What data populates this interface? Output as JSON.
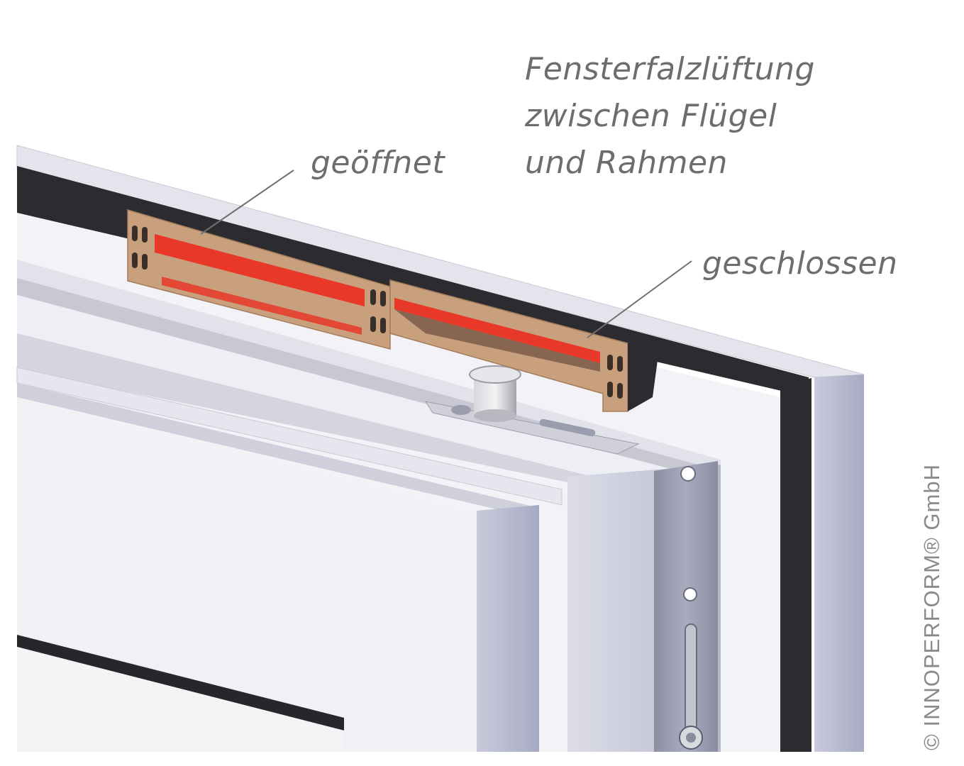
{
  "title": {
    "line1": "Fensterfalzlüftung",
    "line2": "zwischen Flügel",
    "line3": "und Rahmen"
  },
  "callouts": {
    "open": "geöffnet",
    "closed": "geschlossen"
  },
  "copyright": "© INNOPERFORM® GmbH",
  "colors": {
    "frame_light": "#e6e7ee",
    "frame_side": "#b3b6cc",
    "gasket": "#2a2a2e",
    "vent_body": "#c9a07d",
    "vent_red": "#e8382a",
    "text": "#6d6d6d"
  }
}
